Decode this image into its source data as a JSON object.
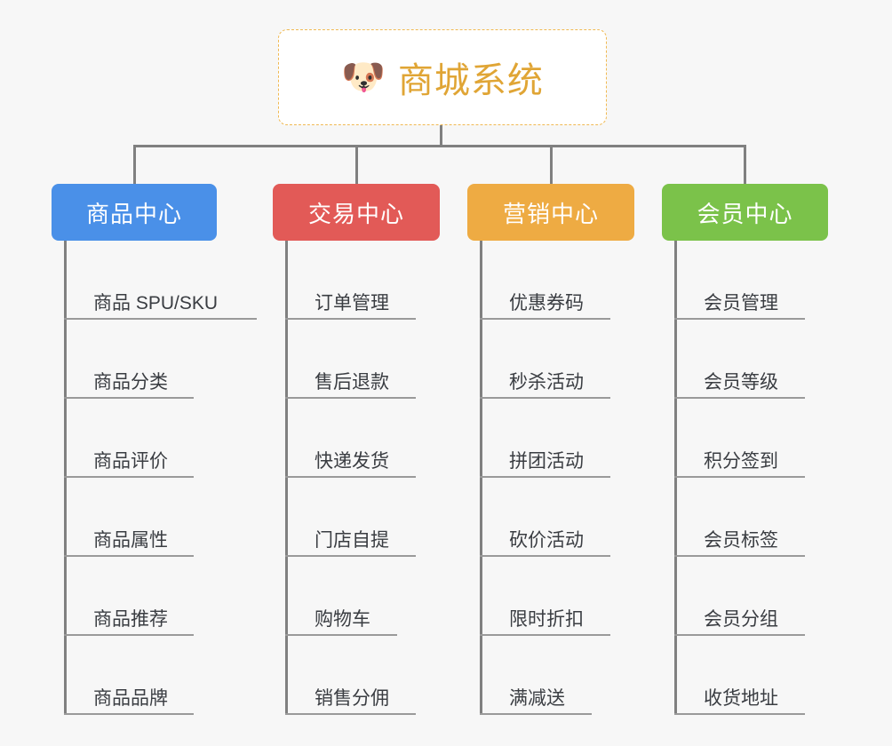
{
  "page": {
    "background_color": "#f7f7f7",
    "line_color": "#808080",
    "leaf_text_color": "#3a3d42"
  },
  "root": {
    "icon": "shiba-dog-face-emoji",
    "emoji": "🐶",
    "title": "商城系统",
    "text_color": "#e0a535",
    "border_color": "#f0b952",
    "background_color": "#ffffff"
  },
  "branches": [
    {
      "label": "商品中心",
      "color": "#4a90e8",
      "leaves": [
        {
          "label": "商品 SPU/SKU",
          "underline_width": 217
        },
        {
          "label": "商品分类",
          "underline_width": 146
        },
        {
          "label": "商品评价",
          "underline_width": 146
        },
        {
          "label": "商品属性",
          "underline_width": 146
        },
        {
          "label": "商品推荐",
          "underline_width": 146
        },
        {
          "label": "商品品牌",
          "underline_width": 146
        }
      ]
    },
    {
      "label": "交易中心",
      "color": "#e25a57",
      "leaves": [
        {
          "label": "订单管理",
          "underline_width": 147
        },
        {
          "label": "售后退款",
          "underline_width": 147
        },
        {
          "label": "快递发货",
          "underline_width": 147
        },
        {
          "label": "门店自提",
          "underline_width": 147
        },
        {
          "label": "购物车",
          "underline_width": 126
        },
        {
          "label": "销售分佣",
          "underline_width": 147
        }
      ]
    },
    {
      "label": "营销中心",
      "color": "#eeab43",
      "leaves": [
        {
          "label": "优惠券码",
          "underline_width": 147
        },
        {
          "label": "秒杀活动",
          "underline_width": 147
        },
        {
          "label": "拼团活动",
          "underline_width": 147
        },
        {
          "label": "砍价活动",
          "underline_width": 147
        },
        {
          "label": "限时折扣",
          "underline_width": 147
        },
        {
          "label": "满减送",
          "underline_width": 126
        }
      ]
    },
    {
      "label": "会员中心",
      "color": "#7bc24a",
      "leaves": [
        {
          "label": "会员管理",
          "underline_width": 147
        },
        {
          "label": "会员等级",
          "underline_width": 147
        },
        {
          "label": "积分签到",
          "underline_width": 147
        },
        {
          "label": "会员标签",
          "underline_width": 147
        },
        {
          "label": "会员分组",
          "underline_width": 147
        },
        {
          "label": "收货地址",
          "underline_width": 147
        }
      ]
    }
  ]
}
